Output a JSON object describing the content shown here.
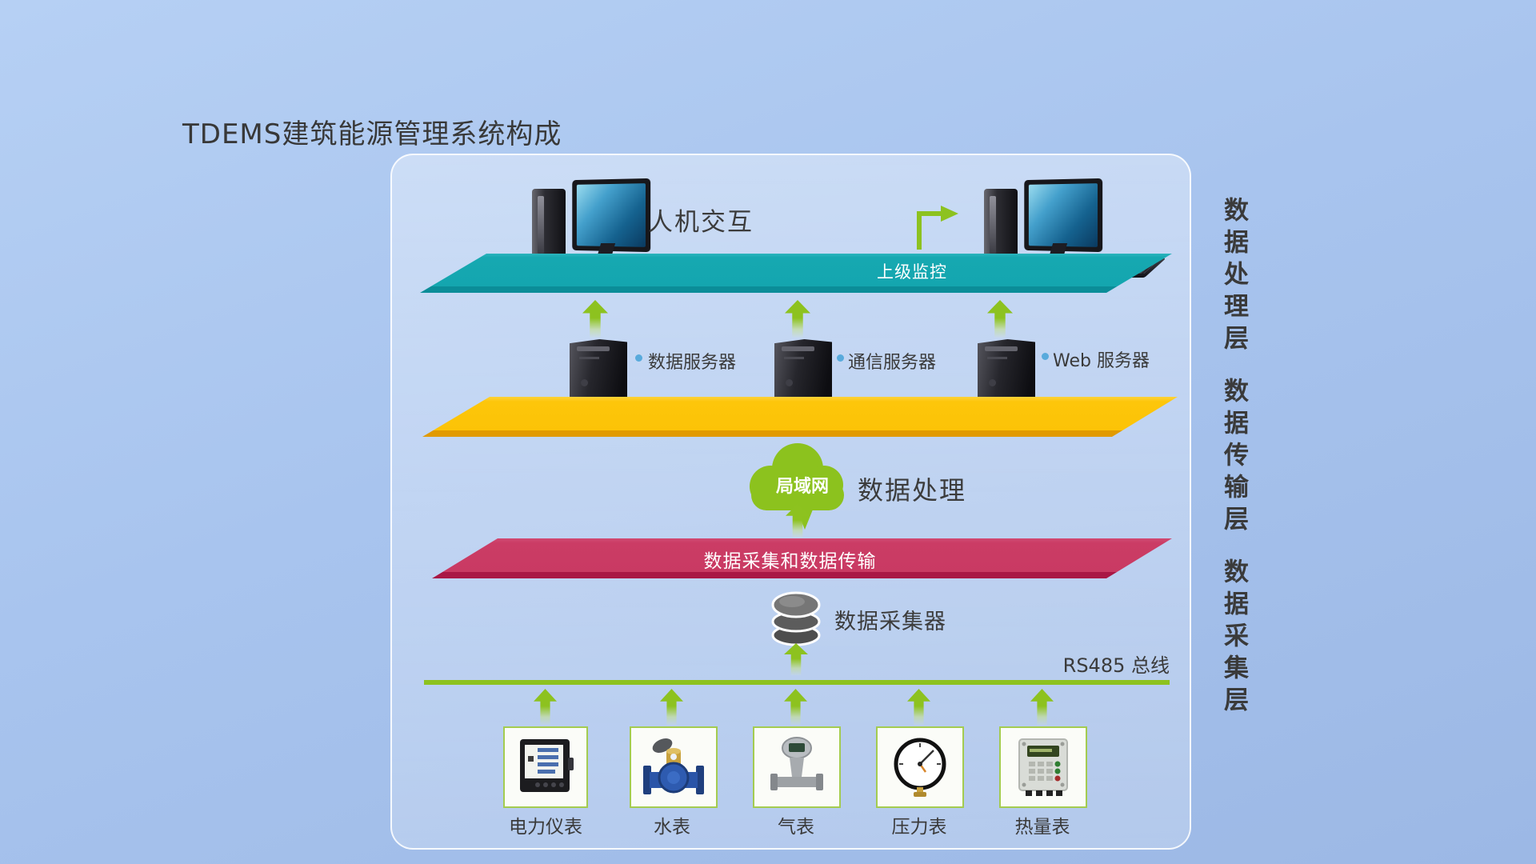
{
  "title": "TDEMS建筑能源管理系统构成",
  "diagram": {
    "hmi_label": "人机交互",
    "supervisor_label": "上级监控",
    "servers": [
      {
        "label": "数据服务器"
      },
      {
        "label": "通信服务器"
      },
      {
        "label": "Web 服务器"
      }
    ],
    "cloud_label": "局域网",
    "processing_label": "数据处理",
    "transfer_band_label": "数据采集和数据传输",
    "collector_label": "数据采集器",
    "bus_label": "RS485 总线",
    "meters": [
      {
        "label": "电力仪表",
        "icon": "power-meter-icon"
      },
      {
        "label": "水表",
        "icon": "water-meter-icon"
      },
      {
        "label": "气表",
        "icon": "gas-meter-icon"
      },
      {
        "label": "压力表",
        "icon": "pressure-gauge-icon"
      },
      {
        "label": "热量表",
        "icon": "heat-meter-icon"
      }
    ],
    "layer_labels": [
      {
        "label": "数据处理层"
      },
      {
        "label": "数据传输层"
      },
      {
        "label": "数据采集层"
      }
    ],
    "colors": {
      "background_blue": "#a8c4ee",
      "teal_band": "#14a6af",
      "yellow_band": "#fcc307",
      "pink_band": "#c93a63",
      "green_accent": "#8dc21f",
      "bullet_blue": "#58aadc",
      "text_dark": "#3a3a3a"
    }
  }
}
